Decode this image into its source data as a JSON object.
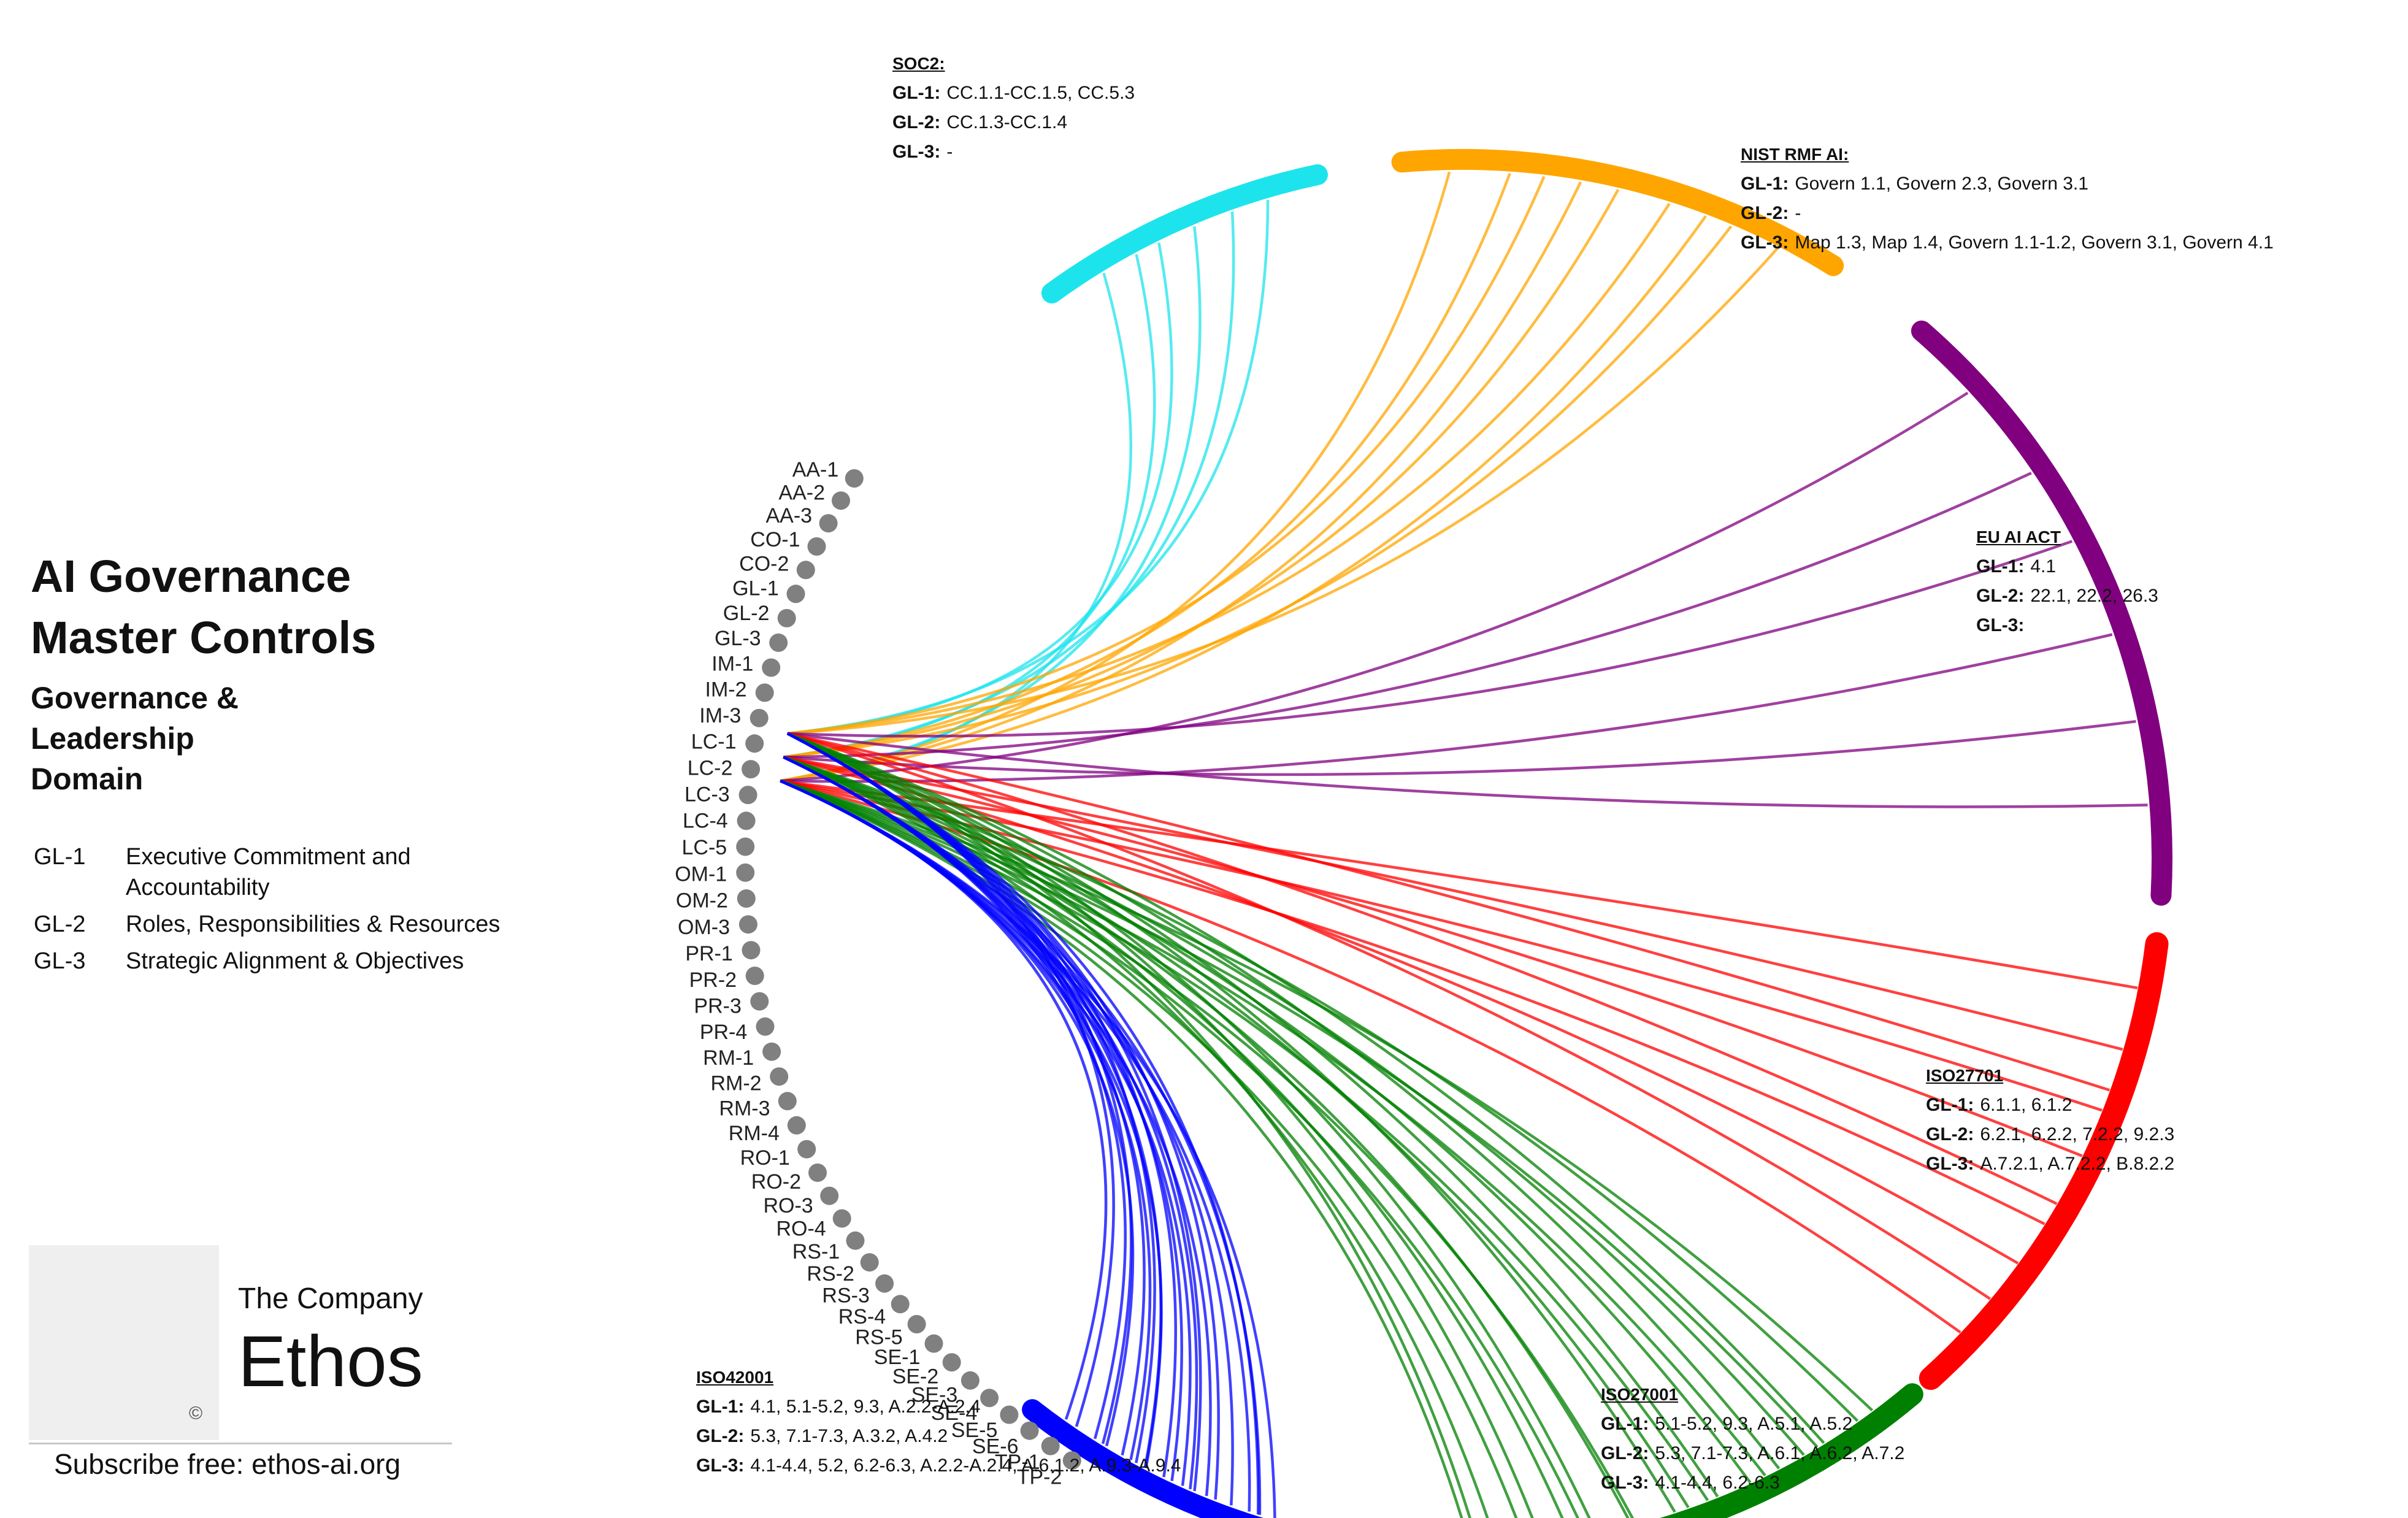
{
  "title_line1": "AI Governance",
  "title_line2": "Master Controls",
  "subtitle_line1": "Governance &",
  "subtitle_line2": "Leadership",
  "subtitle_line3": "Domain",
  "legend": [
    {
      "code": "GL-1",
      "desc": "Executive Commitment and Accountability"
    },
    {
      "code": "GL-2",
      "desc": "Roles, Responsibilities & Resources"
    },
    {
      "code": "GL-3",
      "desc": "Strategic Alignment & Objectives"
    }
  ],
  "brand": {
    "small": "The Company",
    "big": "Ethos",
    "subscribe": "Subscribe free: ethos-ai.org",
    "copyright": "©"
  },
  "controls": [
    "AA-1",
    "AA-2",
    "AA-3",
    "CO-1",
    "CO-2",
    "GL-1",
    "GL-2",
    "GL-3",
    "IM-1",
    "IM-2",
    "IM-3",
    "LC-1",
    "LC-2",
    "LC-3",
    "LC-4",
    "LC-5",
    "OM-1",
    "OM-2",
    "OM-3",
    "PR-1",
    "PR-2",
    "PR-3",
    "PR-4",
    "RM-1",
    "RM-2",
    "RM-3",
    "RM-4",
    "RO-1",
    "RO-2",
    "RO-3",
    "RO-4",
    "RS-1",
    "RS-2",
    "RS-3",
    "RS-4",
    "RS-5",
    "SE-1",
    "SE-2",
    "SE-3",
    "SE-4",
    "SE-5",
    "SE-6",
    "TP-1",
    "TP-2"
  ],
  "colors": {
    "control_dot": "#808080",
    "soc2": "#1de4ec",
    "nist": "#ffa500",
    "euai": "#800080",
    "iso27701": "#ff0000",
    "iso27001": "#008000",
    "iso42001": "#0000ff"
  },
  "frameworks": [
    {
      "key": "soc2",
      "name": "SOC2:",
      "rows": [
        {
          "label": "GL-1:",
          "value": "CC.1.1-CC.1.5,  CC.5.3"
        },
        {
          "label": "GL-2:",
          "value": "CC.1.3-CC.1.4"
        },
        {
          "label": "GL-3:",
          "value": "-"
        }
      ]
    },
    {
      "key": "nist",
      "name": "NIST RMF AI:",
      "rows": [
        {
          "label": "GL-1:",
          "value": "Govern 1.1,  Govern 2.3, Govern 3.1"
        },
        {
          "label": "GL-2:",
          "value": "-"
        },
        {
          "label": "GL-3:",
          "value": "Map 1.3,  Map 1.4,  Govern 1.1-1.2,  Govern 3.1,  Govern 4.1"
        }
      ]
    },
    {
      "key": "euai",
      "name": "EU AI ACT",
      "rows": [
        {
          "label": "GL-1:",
          "value": "4.1"
        },
        {
          "label": "GL-2:",
          "value": "22.1,  22.2,  26.3"
        },
        {
          "label": "GL-3:",
          "value": ""
        }
      ]
    },
    {
      "key": "iso27701",
      "name": "ISO27701",
      "rows": [
        {
          "label": "GL-1:",
          "value": "6.1.1, 6.1.2"
        },
        {
          "label": "GL-2:",
          "value": "6.2.1,  6.2.2,  7.2.2,  9.2.3"
        },
        {
          "label": "GL-3:",
          "value": "A.7.2.1,  A.7.2.2,  B.8.2.2"
        }
      ]
    },
    {
      "key": "iso27001",
      "name": "ISO27001",
      "rows": [
        {
          "label": "GL-1:",
          "value": "5.1-5.2,  9.3, A.5.1,  A.5.2"
        },
        {
          "label": "GL-2:",
          "value": "5.3,  7.1-7.3,  A.6.1,  A.6.2,  A.7.2"
        },
        {
          "label": "GL-3:",
          "value": "4.1-4.4,  6.2-6.3"
        }
      ]
    },
    {
      "key": "iso42001",
      "name": "ISO42001",
      "rows": [
        {
          "label": "GL-1:",
          "value": "4.1,  5.1-5.2,  9.3,  A.2.2-A.2.4"
        },
        {
          "label": "GL-2:",
          "value": "5.3,  7.1-7.3,  A.3.2,  A.4.2"
        },
        {
          "label": "GL-3:",
          "value": "4.1-4.4, 5.2,  6.2-6.3,  A.2.2-A.2.4,  A.6.1.2,  A.9.3-A.9.4"
        }
      ]
    }
  ],
  "links": {
    "soc2": 6,
    "nist": 9,
    "euai": 6,
    "iso27701": 10,
    "iso27001": 22,
    "iso42001": 22
  }
}
